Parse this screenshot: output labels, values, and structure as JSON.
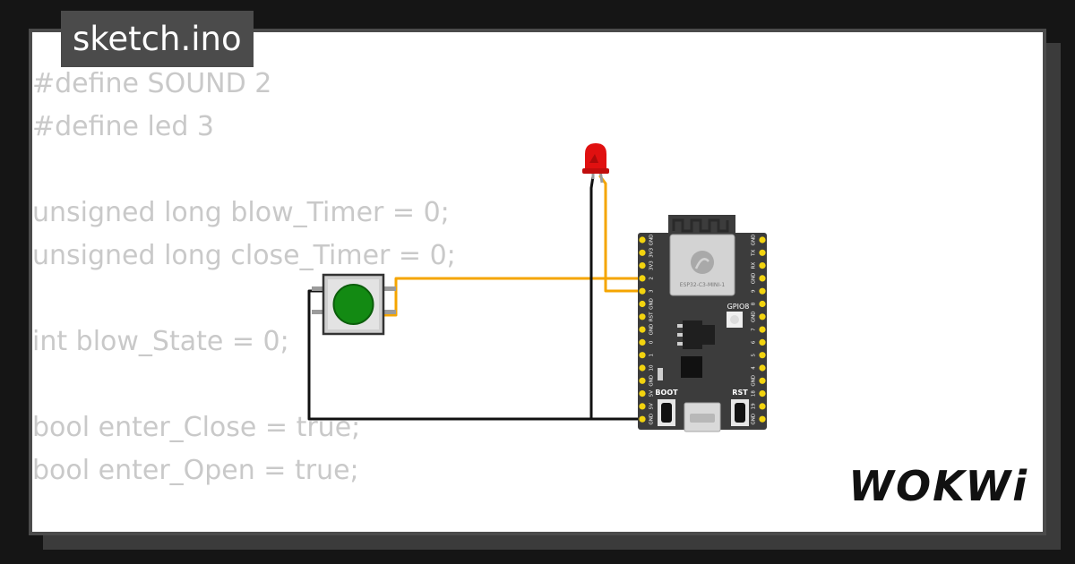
{
  "file_tab": {
    "filename": "sketch.ino"
  },
  "code_lines": [
    "#define SOUND 2",
    "#define led 3",
    "",
    "unsigned long blow_Timer = 0;",
    "unsigned long close_Timer = 0;",
    "",
    "int blow_State = 0;",
    "",
    "bool enter_Close = true;",
    "bool enter_Open = true;"
  ],
  "board": {
    "module_label": "ESP32-C3-MINI-1",
    "gpio_label": "GPIO8",
    "boot_label": "BOOT",
    "rst_label": "RST",
    "left_pins": [
      "GND",
      "3V3",
      "3V3",
      "2",
      "3",
      "GND",
      "RST",
      "GND",
      "0",
      "1",
      "10",
      "GND",
      "5V",
      "5V",
      "GND"
    ],
    "right_pins": [
      "GND",
      "TX",
      "RX",
      "GND",
      "9",
      "8",
      "GND",
      "7",
      "6",
      "5",
      "4",
      "GND",
      "18",
      "19",
      "GND"
    ]
  },
  "brand": {
    "text": "WOKWi"
  },
  "colors": {
    "background": "#151515",
    "card": "#ffffff",
    "frame": "#4b4b4b",
    "code_text": "#c9c9c9",
    "wire_signal": "#f5a500",
    "wire_ground": "#111111",
    "button_cap": "#138a13",
    "led": "#e01010",
    "board": "#3c3c3c",
    "pin": "#f2d30f"
  }
}
